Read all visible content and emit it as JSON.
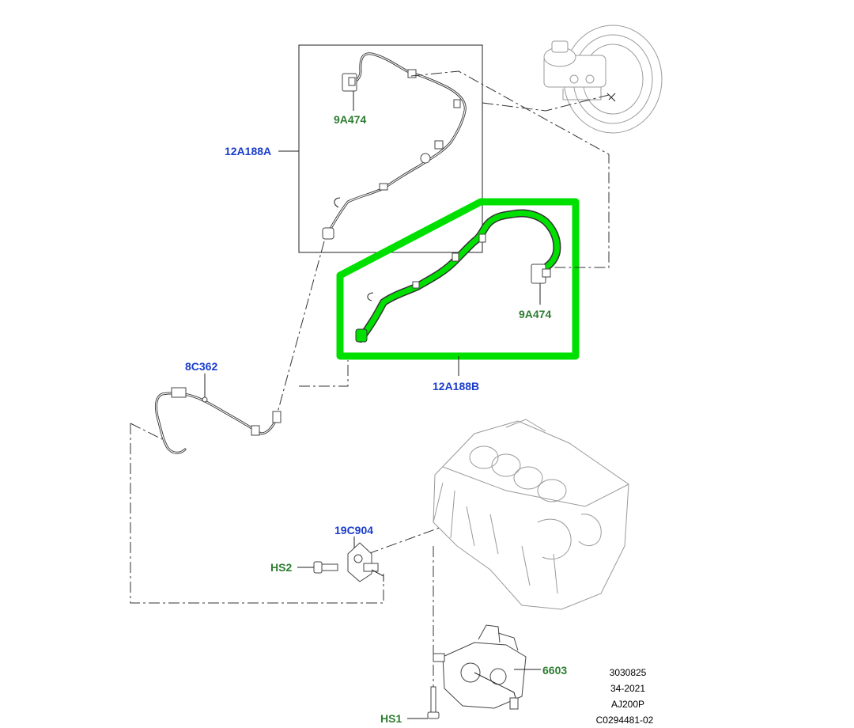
{
  "colors": {
    "part_label_blue": "#1a3ccc",
    "part_label_green": "#2e7d32",
    "highlight_green": "#00e000"
  },
  "callouts": {
    "part_12A188A": "12A188A",
    "part_9A474_top": "9A474",
    "part_12A188B": "12A188B",
    "part_9A474_bottom": "9A474",
    "part_8C362": "8C362",
    "part_19C904": "19C904",
    "part_HS2": "HS2",
    "part_6603": "6603",
    "part_HS1": "HS1"
  },
  "reference_block": {
    "line1": "3030825",
    "line2": "34-2021",
    "line3": "AJ200P",
    "line4": "C0294481-02"
  }
}
